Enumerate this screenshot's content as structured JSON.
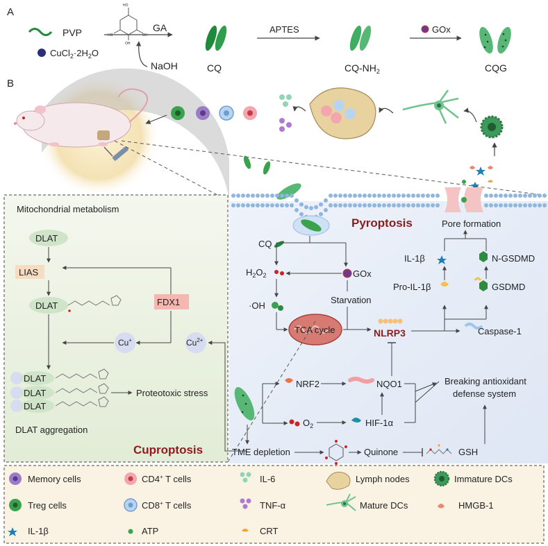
{
  "panel_a": {
    "label": "A",
    "pvp": "PVP",
    "cucl2_main": "CuCl",
    "cucl2_sub": "2",
    "cucl2_tail": "·2H",
    "cucl2_sub2": "2",
    "cucl2_end": "O",
    "ga": "GA",
    "naoh": "NaOH",
    "cq": "CQ",
    "aptes": "APTES",
    "cq_nh2_main": "CQ-NH",
    "cq_nh2_sub": "2",
    "gox": "GOx",
    "cqg": "CQG"
  },
  "panel_b": {
    "label": "B"
  },
  "cuproptosis": {
    "mito_title": "Mitochondrial metabolism",
    "dlat": "DLAT",
    "lias": "LIAS",
    "fdx1": "FDX1",
    "cu_plus": "Cu",
    "cu_plus_sup": "+",
    "cu2_plus": "Cu",
    "cu2_plus_sup": "2+",
    "proteotoxic": "Proteotoxic stress",
    "aggregation": "DLAT aggregation",
    "title": "Cuproptosis"
  },
  "pyroptosis": {
    "title": "Pyroptosis",
    "pore": "Pore formation",
    "cq": "CQ",
    "h2o2_a": "H",
    "h2o2_s1": "2",
    "h2o2_b": "O",
    "h2o2_s2": "2",
    "gox": "GOx",
    "starvation": "Starvation",
    "oh": "·OH",
    "tca": "TCA cycle",
    "nlrp3": "NLRP3",
    "il1b": "IL-1β",
    "pro_il1b": "Pro-IL-1β",
    "n_gsdmd": "N-GSDMD",
    "gsdmd": "GSDMD",
    "caspase": "Caspase-1",
    "nrf2": "NRF2",
    "nqo1": "NQO1",
    "o2_a": "O",
    "o2_s": "2",
    "hif": "HIF-1α",
    "breaking_1": "Breaking antioxidant",
    "breaking_2": "defense system",
    "tme": "TME depletion",
    "quinone": "Quinone",
    "gsh": "GSH"
  },
  "legend": {
    "memory": "Memory cells",
    "cd4_a": "CD4",
    "cd4_b": " T cells",
    "il6": "IL-6",
    "lymph": "Lymph nodes",
    "immature": "Immature DCs",
    "treg": "Treg cells",
    "cd8_a": "CD8",
    "cd8_b": " T cells",
    "tnf": "TNF-α",
    "mature": "Mature DCs",
    "hmgb1": "HMGB-1",
    "il1b": "IL-1β",
    "atp": "ATP",
    "crt": "CRT",
    "sup_plus": "+"
  },
  "colors": {
    "green_dark": "#1f8a3c",
    "green_light": "#6cc48c",
    "red_title": "#8c1d1d",
    "lias_bg": "#f6dcc0",
    "fdx1_bg": "#f5b8b0",
    "cell_bg": "#e8eef8",
    "legend_bg": "#faf3e4"
  }
}
